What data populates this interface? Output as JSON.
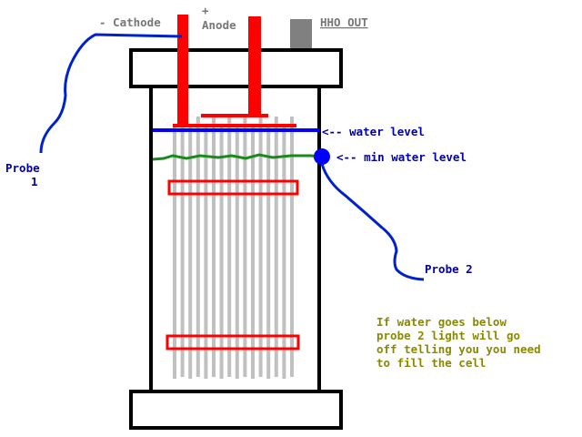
{
  "labels": {
    "cathode": "- Cathode",
    "anode_sign": "+",
    "anode": "Anode",
    "hho_out": "HHO OUT",
    "probe1_line1": "Probe",
    "probe1_line2": "1",
    "probe2": "Probe 2",
    "water_level": "<-- water level",
    "min_water_level": "<-- min water level",
    "note_lines": [
      "If water goes below",
      "probe 2 light will go",
      "off telling you you need",
      "to fill the cell"
    ]
  },
  "colors": {
    "electrode": "#ff0000",
    "water_line": "#0000ff",
    "min_water_line": "#1a8a1a",
    "plates": "#c0c0c0",
    "outline": "#000000",
    "probe_wire": "#0022cc",
    "label_blue": "#0000aa",
    "label_grey": "#777777",
    "note_text": "#8a8a00",
    "hho_port": "#808080"
  }
}
